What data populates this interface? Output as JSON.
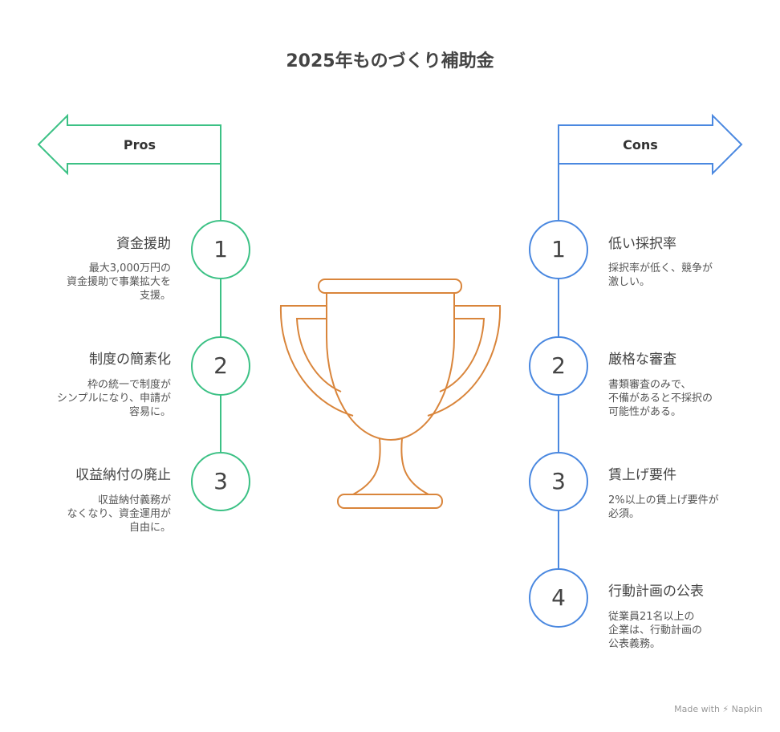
{
  "title": "2025年ものづくり補助金",
  "colors": {
    "pros": "#3cc185",
    "cons": "#4a88e0",
    "trophy": "#d9853b"
  },
  "pros": {
    "label": "Pros",
    "items": [
      {
        "num": "1",
        "title": "資金援助",
        "desc": "最大3,000万円の\n資金援助で事業拡大を\n支援。"
      },
      {
        "num": "2",
        "title": "制度の簡素化",
        "desc": "枠の統一で制度が\nシンプルになり、申請が\n容易に。"
      },
      {
        "num": "3",
        "title": "収益納付の廃止",
        "desc": "収益納付義務が\nなくなり、資金運用が\n自由に。"
      }
    ]
  },
  "cons": {
    "label": "Cons",
    "items": [
      {
        "num": "1",
        "title": "低い採択率",
        "desc": "採択率が低く、競争が\n激しい。"
      },
      {
        "num": "2",
        "title": "厳格な審査",
        "desc": "書類審査のみで、\n不備があると不採択の\n可能性がある。"
      },
      {
        "num": "3",
        "title": "賃上げ要件",
        "desc": "2%以上の賃上げ要件が\n必須。"
      },
      {
        "num": "4",
        "title": "行動計画の公表",
        "desc": "従業員21名以上の\n企業は、行動計画の\n公表義務。"
      }
    ]
  },
  "footer": "Made with ⚡ Napkin"
}
